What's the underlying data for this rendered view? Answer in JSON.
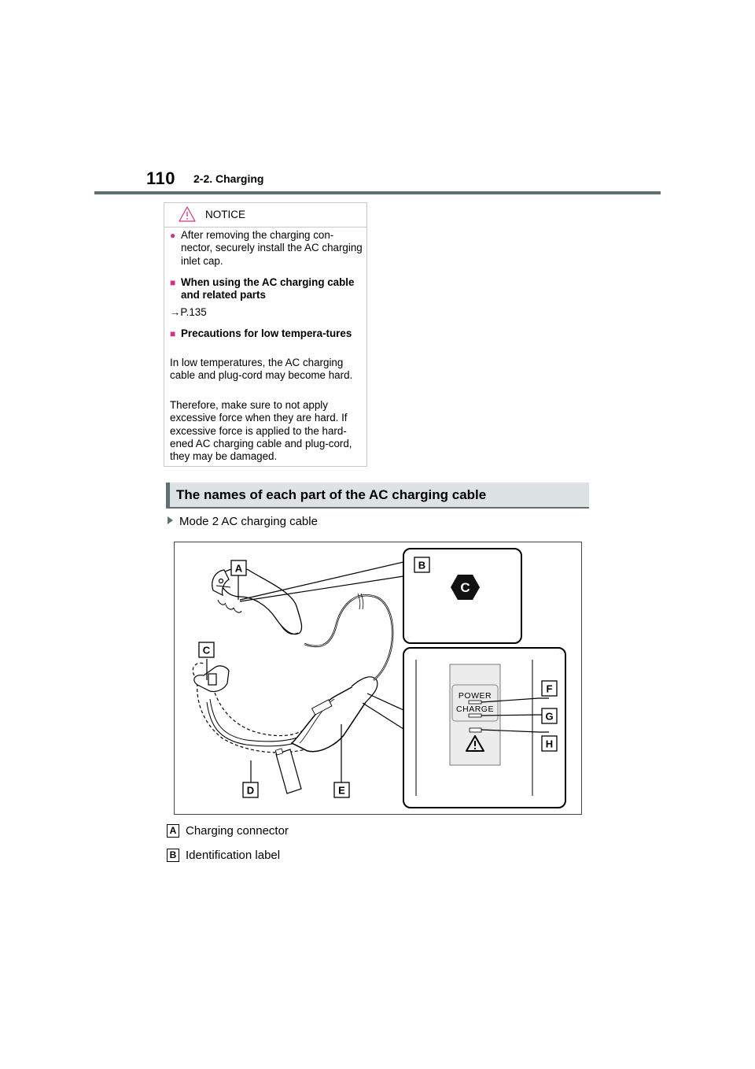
{
  "header": {
    "page_number": "110",
    "section": "2-2. Charging"
  },
  "notice": {
    "label": "NOTICE",
    "item1": "After removing the charging con-nector, securely install the AC charging inlet cap.",
    "item2_heading": "When using the AC charging cable and related parts",
    "item2_ref": "→P.135",
    "item3_heading": "Precautions for low tempera-tures",
    "item3_p1": "In low temperatures, the AC charging cable and plug-cord may become hard.",
    "item3_p2": "Therefore, make sure to not apply excessive force when they are hard. If excessive force is applied to the hard-ened AC charging cable and plug-cord, they may be damaged."
  },
  "heading": "The names of each part of the AC charging cable",
  "subheading": "Mode 2 AC charging cable",
  "figure": {
    "callouts": [
      "A",
      "B",
      "C",
      "D",
      "E",
      "F",
      "G",
      "H"
    ],
    "label_symbol": "C",
    "power_text": "POWER",
    "charge_text": "CHARGE"
  },
  "legend": [
    {
      "key": "A",
      "text": "Charging connector"
    },
    {
      "key": "B",
      "text": "Identification label"
    }
  ]
}
